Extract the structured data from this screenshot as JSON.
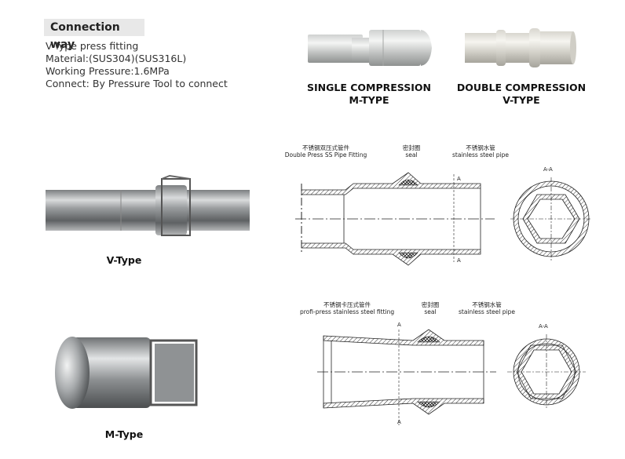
{
  "header": {
    "title": "Connection way"
  },
  "specs": {
    "line1": "V-Type press fitting",
    "line2": "Material:(SUS304)(SUS316L)",
    "line3": "Working Pressure:1.6MPa",
    "line4": "Connect: By Pressure Tool to connect"
  },
  "products": {
    "single": {
      "line1": "SINGLE COMPRESSION",
      "line2": "M-TYPE"
    },
    "double": {
      "line1": "DOUBLE COMPRESSION",
      "line2": "V-TYPE"
    }
  },
  "photos": {
    "v_label": "V-Type",
    "m_label": "M-Type"
  },
  "diagram_v": {
    "fitting_cn": "不锈钢双压式管件",
    "fitting_en": "Double Press SS Pipe Fitting",
    "seal_cn": "密封圈",
    "seal_en": "seal",
    "pipe_cn": "不锈钢水管",
    "pipe_en": "stainless steel pipe",
    "section_mark": "A",
    "section_label": "A-A"
  },
  "diagram_m": {
    "fitting_cn": "不锈钢卡压式管件",
    "fitting_en": "profi-press stainless  steel fitting",
    "seal_cn": "密封圈",
    "seal_en": "seal",
    "pipe_cn": "不锈钢水管",
    "pipe_en": "stainless steel pipe",
    "section_mark": "A",
    "section_label": "A-A"
  }
}
